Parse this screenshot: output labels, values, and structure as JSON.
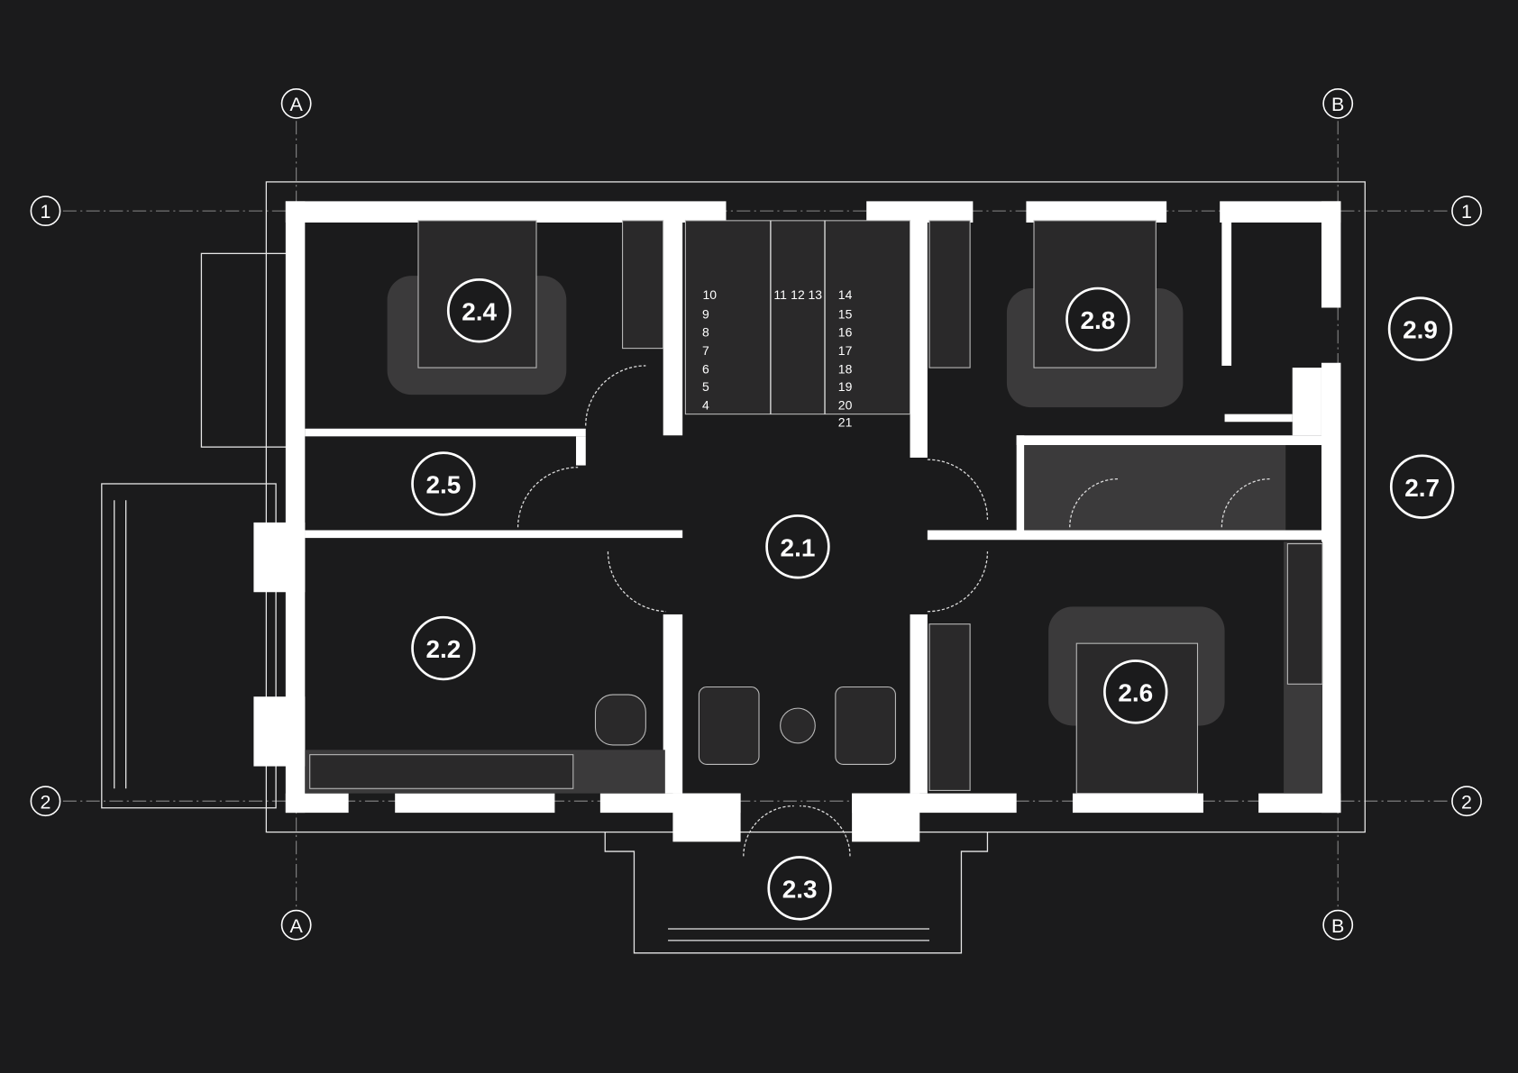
{
  "plan": {
    "rooms": {
      "r21": "2.1",
      "r22": "2.2",
      "r23": "2.3",
      "r24": "2.4",
      "r25": "2.5",
      "r26": "2.6",
      "r27": "2.7",
      "r28": "2.8",
      "r29": "2.9"
    },
    "grid": {
      "a": "A",
      "b": "B",
      "one": "1",
      "two": "2"
    },
    "stairs": {
      "left": [
        "10",
        "9",
        "8",
        "7",
        "6",
        "5",
        "4"
      ],
      "top": [
        "11",
        "12",
        "13"
      ],
      "right": [
        "14",
        "15",
        "16",
        "17",
        "18",
        "19",
        "20",
        "21"
      ]
    },
    "colors": {
      "background": "#1b1b1c",
      "walls": "#ffffff",
      "furniture": "#3b3a3b"
    }
  }
}
